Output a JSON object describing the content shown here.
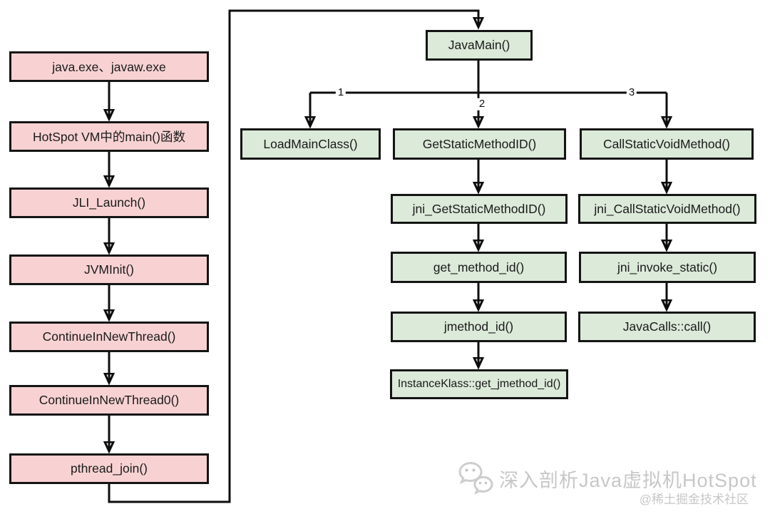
{
  "diagram": {
    "description": "HotSpot JVM startup call-flow diagram",
    "nodes": {
      "java_exe": "java.exe、javaw.exe",
      "hotspot_main": "HotSpot VM中的main()函数",
      "jli_launch": "JLI_Launch()",
      "jvm_init": "JVMInit()",
      "continue_in_new_thread": "ContinueInNewThread()",
      "continue_in_new_thread0": "ContinueInNewThread0()",
      "pthread_join": "pthread_join()",
      "java_main": "JavaMain()",
      "load_main_class": "LoadMainClass()",
      "get_static_method_id": "GetStaticMethodID()",
      "call_static_void_method": "CallStaticVoidMethod()",
      "jni_get_static_method_id": "jni_GetStaticMethodID()",
      "jni_call_static_void_method": "jni_CallStaticVoidMethod()",
      "get_method_id": "get_method_id()",
      "jni_invoke_static": "jni_invoke_static()",
      "jmethod_id": "jmethod_id()",
      "java_calls_call": "JavaCalls::call()",
      "instance_klass_get_jmethod_id": "InstanceKlass::get_jmethod_id()"
    },
    "branch_labels": {
      "b1": "1",
      "b2": "2",
      "b3": "3"
    },
    "edges": [
      {
        "from": "java_exe",
        "to": "hotspot_main"
      },
      {
        "from": "hotspot_main",
        "to": "jli_launch"
      },
      {
        "from": "jli_launch",
        "to": "jvm_init"
      },
      {
        "from": "jvm_init",
        "to": "continue_in_new_thread"
      },
      {
        "from": "continue_in_new_thread",
        "to": "continue_in_new_thread0"
      },
      {
        "from": "continue_in_new_thread0",
        "to": "pthread_join"
      },
      {
        "from": "pthread_join",
        "to": "java_main"
      },
      {
        "from": "java_main",
        "to": "load_main_class",
        "label": "1"
      },
      {
        "from": "java_main",
        "to": "get_static_method_id",
        "label": "2"
      },
      {
        "from": "java_main",
        "to": "call_static_void_method",
        "label": "3"
      },
      {
        "from": "get_static_method_id",
        "to": "jni_get_static_method_id"
      },
      {
        "from": "jni_get_static_method_id",
        "to": "get_method_id"
      },
      {
        "from": "get_method_id",
        "to": "jmethod_id"
      },
      {
        "from": "jmethod_id",
        "to": "instance_klass_get_jmethod_id"
      },
      {
        "from": "call_static_void_method",
        "to": "jni_call_static_void_method"
      },
      {
        "from": "jni_call_static_void_method",
        "to": "jni_invoke_static"
      },
      {
        "from": "jni_invoke_static",
        "to": "java_calls_call"
      }
    ]
  },
  "watermark": {
    "title": "深入剖析Java虚拟机HotSpot",
    "handle": "@稀土掘金技术社区"
  },
  "colors": {
    "pink_fill": "#f8d2d3",
    "green_fill": "#dcead9",
    "border": "#141414",
    "arrow": "#0d0d0d",
    "watermark": "#c7c7c7"
  }
}
